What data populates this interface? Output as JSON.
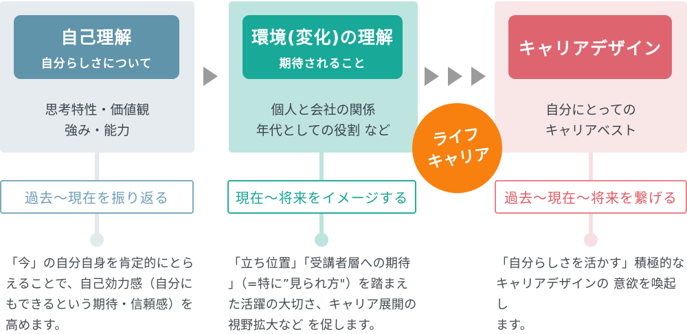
{
  "diagram": {
    "background": "#ffffff",
    "arrow_color": "#9b9b9b",
    "badge": {
      "label": "ライフ\nキャリア",
      "bg": "#f8800e",
      "text_color": "#ffffff"
    },
    "columns": [
      {
        "key": "self-understanding",
        "title": "自己理解",
        "subtitle": "自分らしさについて",
        "content": "思考特性・価値観\n強み・能力",
        "tagline": "過去〜現在を振り返る",
        "description": "「今」の自分自身を肯定的にとら\nえることで、自己効力感（自分に\nもできるという期待・信頼感）を\n高めます。",
        "colors": {
          "panel_bg": "#e5ebee",
          "header_bg": "#6094aa",
          "header_text": "#ffffff",
          "content_text": "#3d444b",
          "accent_text": "#6e9fb7",
          "box_border": "#7fa9be",
          "line": "#e2eaed",
          "description_text": "#434a51"
        }
      },
      {
        "key": "environment-understanding",
        "title": "環境(変化)の理解",
        "subtitle": "期待されること",
        "content": "個人と会社の関係\n年代としての役割 など",
        "tagline": "現在〜将来をイメージする",
        "description": "「立ち位置」「受講者層への期待\n」（=特に”見られ方\"）を踏まえ\nた活躍の大切さ、キャリア展開の\n視野拡大など を促します。",
        "colors": {
          "panel_bg": "#bde4de",
          "header_bg": "#18a998",
          "header_text": "#ffffff",
          "content_text": "#3d444b",
          "accent_text": "#14a496",
          "box_border": "#25ab9c",
          "line": "#bde4de",
          "description_text": "#434a51"
        }
      },
      {
        "key": "career-design",
        "title": "キャリアデザイン",
        "subtitle": "",
        "content": "自分にとっての\nキャリアベスト",
        "tagline": "過去〜現在〜将来を繋げる",
        "description": "「自分らしさを活かす」積極的な\nキャリアデザインの 意欲を喚起し\nます。",
        "colors": {
          "panel_bg": "#f9e6e7",
          "header_bg": "#de6570",
          "header_text": "#ffffff",
          "content_text": "#3d444b",
          "accent_text": "#e05a65",
          "box_border": "#e8828a",
          "line": "#f7dfe1",
          "description_text": "#434a51"
        }
      }
    ]
  }
}
